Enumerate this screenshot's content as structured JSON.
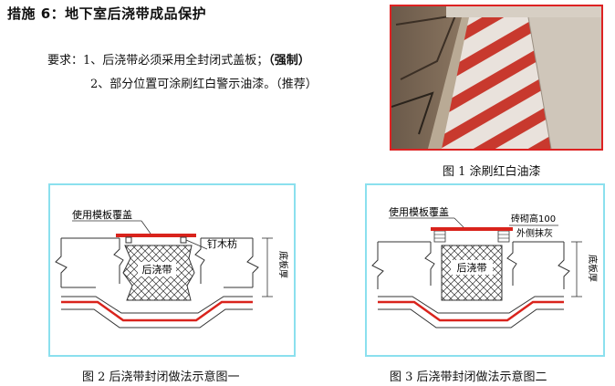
{
  "title": "措施 6：地下室后浇带成品保护",
  "requirements": {
    "line1_prefix": "要求：1、后浇带必须采用全封闭式盖板；",
    "line1_tag": "（强制）",
    "line2_prefix": "2、部分位置可涂刷红白警示油漆。",
    "line2_tag": "（推荐）"
  },
  "figures": {
    "fig1_caption": "图 1  涂刷红白油漆",
    "fig2_caption": "图 2  后浇带封闭做法示意图一",
    "fig3_caption": "图 3  后浇带封闭做法示意图二"
  },
  "diagram1": {
    "cover_label": "使用模板覆盖",
    "nail_label": "钉木枋",
    "band_label": "后浇带",
    "thickness_label": "底板厚"
  },
  "diagram2": {
    "cover_label": "使用模板覆盖",
    "brick_label": "砖砌高100",
    "plaster_label": "外侧抹灰",
    "band_label": "后浇带",
    "thickness_label": "底板厚"
  },
  "colors": {
    "red": "#d9231c",
    "frame": "#8be0ee",
    "hatch": "#333333"
  }
}
